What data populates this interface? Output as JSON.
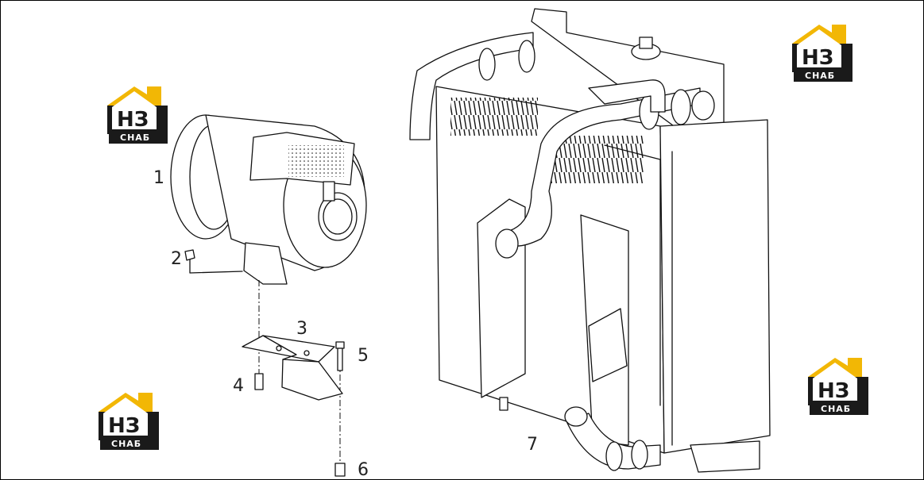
{
  "diagram": {
    "callouts": [
      {
        "id": "1",
        "label": "1"
      },
      {
        "id": "2",
        "label": "2"
      },
      {
        "id": "3",
        "label": "3"
      },
      {
        "id": "4",
        "label": "4"
      },
      {
        "id": "5",
        "label": "5"
      },
      {
        "id": "6",
        "label": "6"
      },
      {
        "id": "7",
        "label": "7"
      }
    ]
  },
  "watermark": {
    "logo_letters": "НЗ",
    "logo_caption": "СНАБ",
    "colors": {
      "accent": "#f2b705",
      "dark": "#1a1a1a",
      "white": "#ffffff"
    }
  }
}
